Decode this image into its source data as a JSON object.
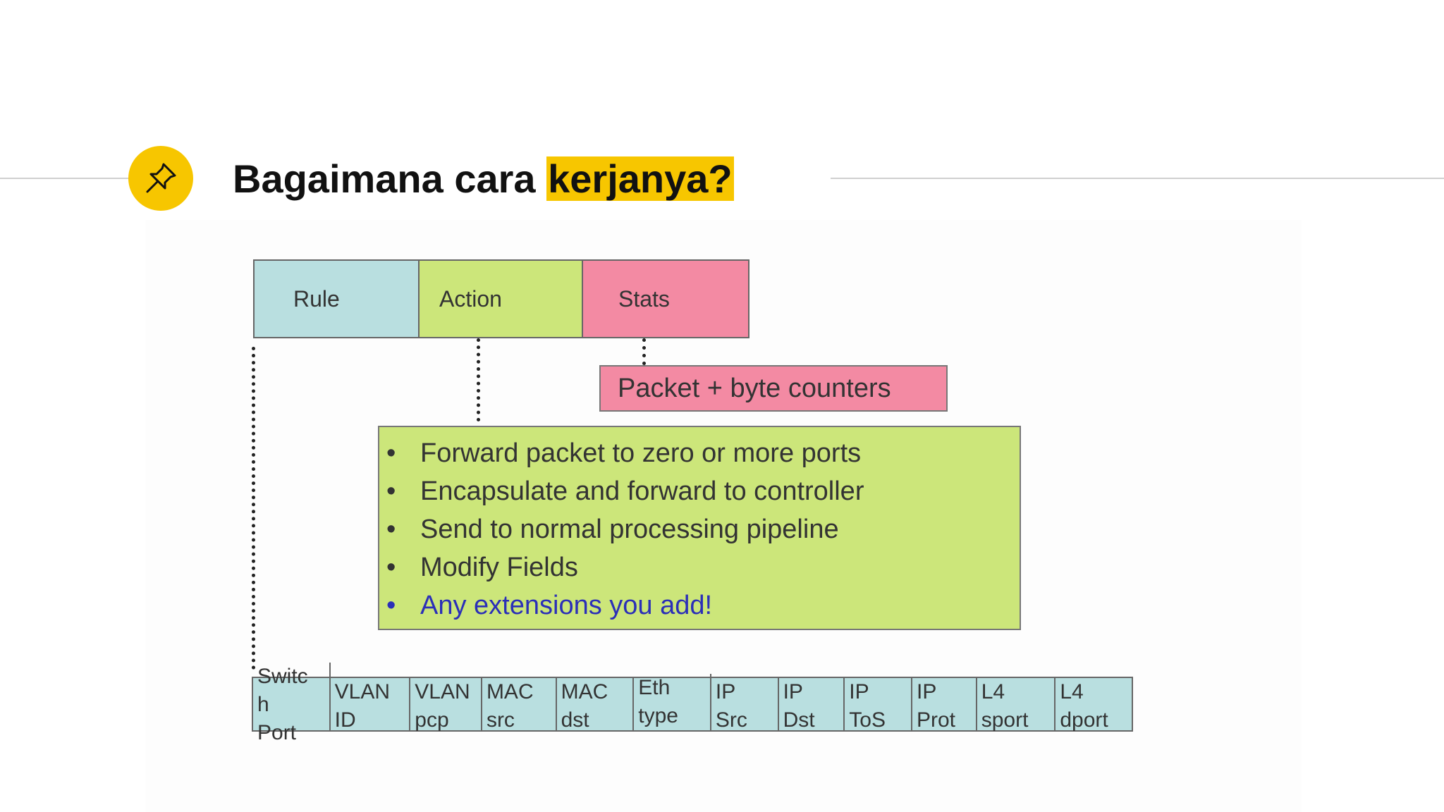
{
  "title": {
    "prefix": "Bagaimana cara ",
    "highlight": "kerjanya?"
  },
  "icons": {
    "pin": "pushpin-icon"
  },
  "colors": {
    "accent": "#f7c600",
    "rule": "#b9dfe0",
    "action": "#cce67a",
    "stats": "#f38aa3",
    "extension_text": "#2b2fb8"
  },
  "diagram": {
    "top_cells": {
      "rule": "Rule",
      "action": "Action",
      "stats": "Stats"
    },
    "stats_detail": "Packet + byte counters",
    "actions": [
      "Forward packet to zero or more ports",
      "Encapsulate and forward to controller",
      "Send to normal processing pipeline",
      "Modify Fields",
      "Any extensions you add!"
    ],
    "fields": [
      [
        "Switc",
        "h",
        "Port"
      ],
      [
        "VLAN",
        "ID"
      ],
      [
        "VLAN",
        "pcp"
      ],
      [
        "MAC",
        "src"
      ],
      [
        "MAC",
        "dst"
      ],
      [
        "Eth",
        "type"
      ],
      [
        "IP",
        "Src"
      ],
      [
        "IP",
        "Dst"
      ],
      [
        "IP",
        "ToS"
      ],
      [
        "IP",
        "Prot"
      ],
      [
        "L4",
        "sport"
      ],
      [
        "L4",
        "dport"
      ]
    ]
  }
}
